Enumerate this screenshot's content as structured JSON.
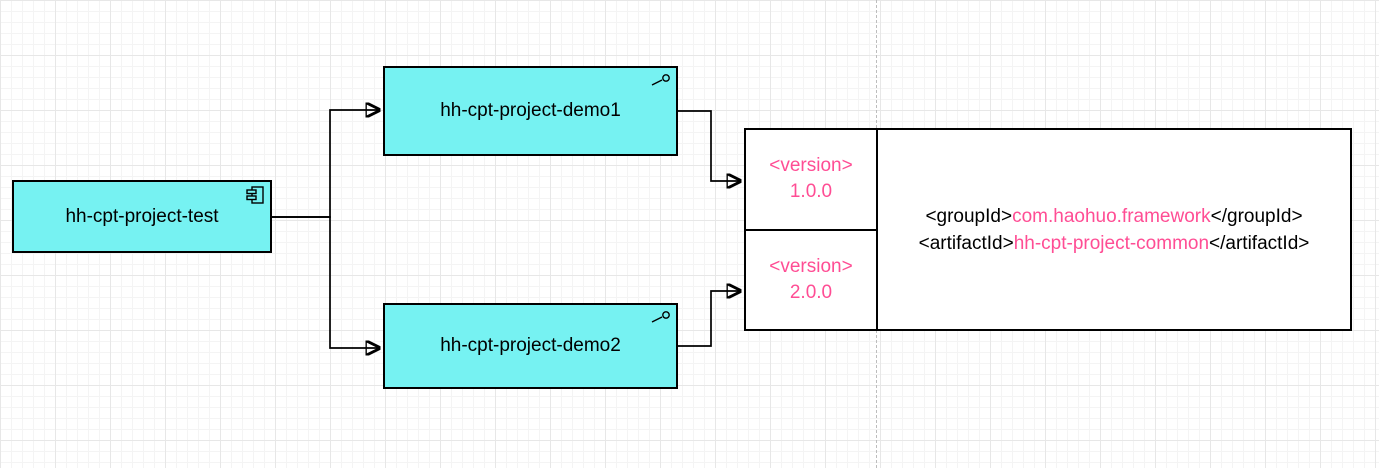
{
  "diagram": {
    "nodes": {
      "test": {
        "label": "hh-cpt-project-test"
      },
      "demo1": {
        "label": "hh-cpt-project-demo1"
      },
      "demo2": {
        "label": "hh-cpt-project-demo2"
      }
    },
    "versions": [
      {
        "tag": "<version>",
        "value": "1.0.0"
      },
      {
        "tag": "<version>",
        "value": "2.0.0"
      }
    ],
    "xml": {
      "group_open": "<groupId>",
      "group_value": "com.haohuo.framework",
      "group_close": "</groupId>",
      "artifact_open": "<artifactId>",
      "artifact_value": "hh-cpt-project-common",
      "artifact_close": "</artifactId>"
    },
    "icons": {
      "component": "uml-component-icon",
      "interface": "provided-interface-icon"
    },
    "colors": {
      "node_fill": "#76f2f2",
      "node_border": "#000000",
      "highlight_text": "#ff4d94",
      "text": "#000000",
      "grid_minor": "#f4f4f4",
      "grid_major": "#e7e7e7"
    }
  }
}
